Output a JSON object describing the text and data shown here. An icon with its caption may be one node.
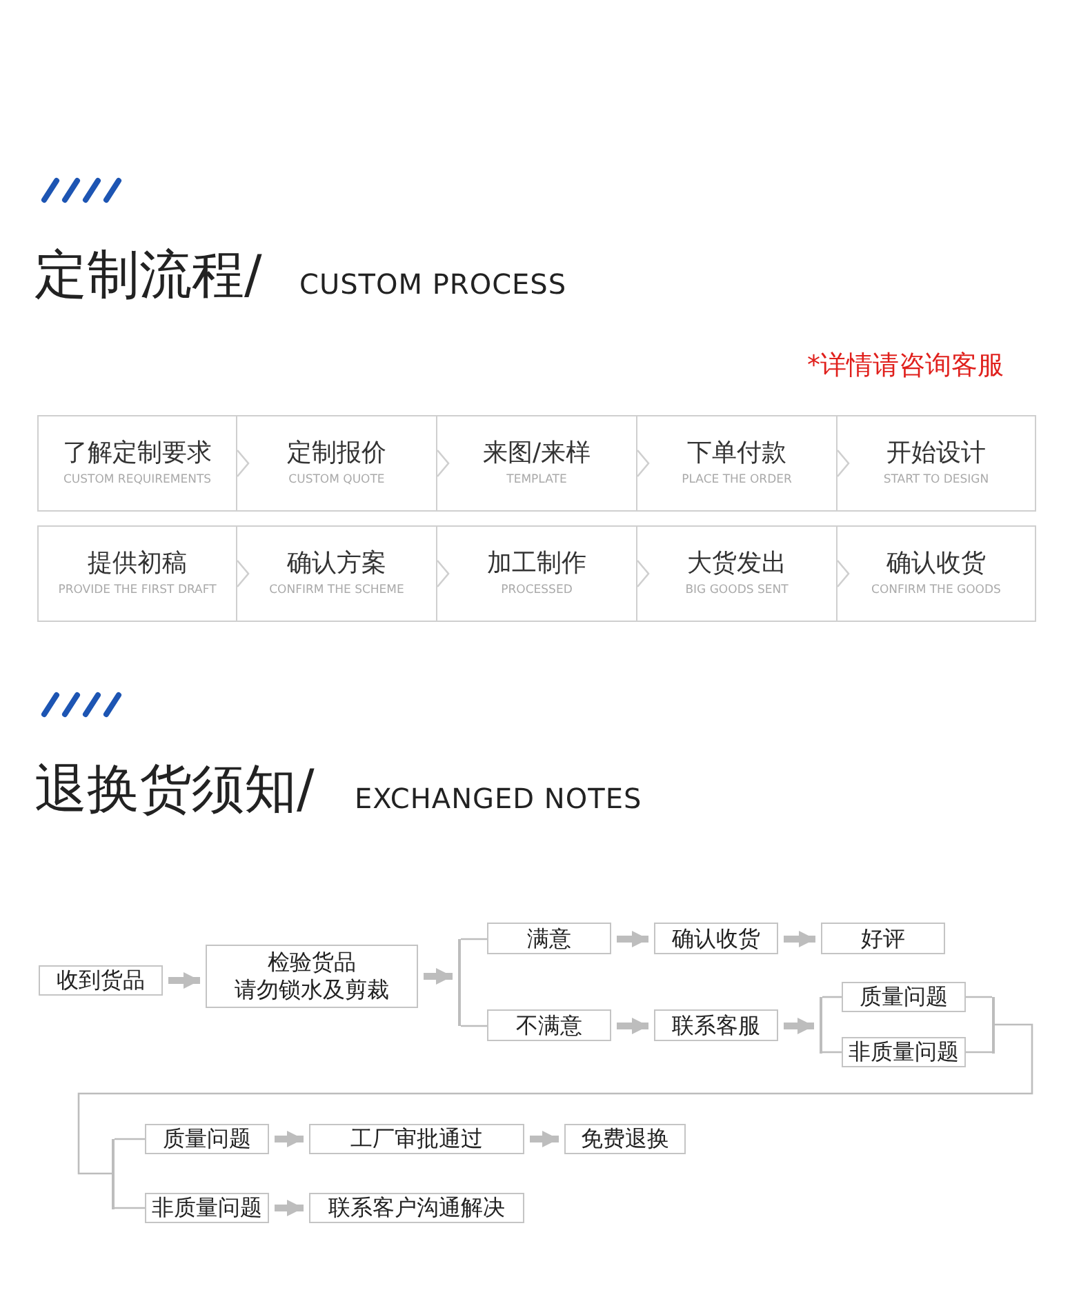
{
  "diagram": {
    "nodes": [
      {
        "text": [
          "了解定制要求",
          "CUSTOM REQUIREMENTS"
        ]
      },
      {
        "text": [
          "定制报价",
          "CUSTOM QUOTE"
        ]
      },
      {
        "text": [
          "来图/来样",
          "TEMPLATE"
        ]
      },
      {
        "text": [
          "下单付款",
          "PLACE THE ORDER"
        ]
      },
      {
        "text": [
          "开始设计",
          "START TO DESIGN"
        ]
      },
      {
        "text": [
          "提供初稿",
          "PROVIDE THE FIRST DRAFT"
        ]
      },
      {
        "text": [
          "确认方案",
          "CONFIRM THE SCHEME"
        ]
      },
      {
        "text": [
          "加工制作",
          "PROCESSED"
        ]
      },
      {
        "text": [
          "大货发出",
          "BIG GOODS SENT"
        ]
      },
      {
        "text": [
          "确认收货",
          "CONFIRM THE GOODS"
        ]
      },
      {
        "text": [
          "收到货品"
        ]
      },
      {
        "text": [
          "检验货品",
          "请勿锁水及剪裁"
        ]
      },
      {
        "text": [
          "满意"
        ]
      },
      {
        "text": [
          "确认收货"
        ]
      },
      {
        "text": [
          "好评"
        ]
      },
      {
        "text": [
          "不满意"
        ]
      },
      {
        "text": [
          "联系客服"
        ]
      },
      {
        "text": [
          "质量问题"
        ]
      },
      {
        "text": [
          "非质量问题"
        ]
      },
      {
        "text": [
          "质量问题"
        ]
      },
      {
        "text": [
          "工厂审批通过"
        ]
      },
      {
        "text": [
          "免费退换"
        ]
      },
      {
        "text": [
          "非质量问题"
        ]
      },
      {
        "text": [
          "联系客户沟通解决"
        ]
      },
      {
        "text": [],
        "shape": "bracket"
      },
      {
        "text": [],
        "shape": "bracket"
      },
      {
        "text": [],
        "shape": "bracket"
      },
      {
        "text": [],
        "shape": "bracket"
      }
    ],
    "edges": [
      {
        "from": 0,
        "to": 1,
        "arrow": "to"
      },
      {
        "from": 1,
        "to": 2,
        "arrow": "to"
      },
      {
        "from": 2,
        "to": 3,
        "arrow": "to"
      },
      {
        "from": 3,
        "to": 4,
        "arrow": "to"
      },
      {
        "from": 5,
        "to": 6,
        "arrow": "to"
      },
      {
        "from": 6,
        "to": 7,
        "arrow": "to"
      },
      {
        "from": 7,
        "to": 8,
        "arrow": "to"
      },
      {
        "from": 8,
        "to": 9,
        "arrow": "to"
      },
      {
        "from": 10,
        "to": 11,
        "arrow": "to",
        "style": "thick"
      },
      {
        "from": 11,
        "to": 24,
        "arrow": "to",
        "style": "thick"
      },
      {
        "from": 24,
        "to": 12,
        "arrow": "none"
      },
      {
        "from": 24,
        "to": 15,
        "arrow": "none"
      },
      {
        "from": 12,
        "to": 13,
        "arrow": "to",
        "style": "thick"
      },
      {
        "from": 13,
        "to": 14,
        "arrow": "to",
        "style": "thick"
      },
      {
        "from": 15,
        "to": 16,
        "arrow": "to",
        "style": "thick"
      },
      {
        "from": 16,
        "to": 25,
        "arrow": "to",
        "style": "thick"
      },
      {
        "from": 25,
        "to": 17,
        "arrow": "none"
      },
      {
        "from": 25,
        "to": 18,
        "arrow": "none"
      },
      {
        "from": 17,
        "to": 26,
        "arrow": "none"
      },
      {
        "from": 18,
        "to": 26,
        "arrow": "none"
      },
      {
        "from": 26,
        "to": 27,
        "arrow": "none"
      },
      {
        "from": 27,
        "to": 19,
        "arrow": "none"
      },
      {
        "from": 27,
        "to": 22,
        "arrow": "none"
      },
      {
        "from": 19,
        "to": 20,
        "arrow": "to",
        "style": "thick"
      },
      {
        "from": 20,
        "to": 21,
        "arrow": "to",
        "style": "thick"
      },
      {
        "from": 22,
        "to": 23,
        "arrow": "to",
        "style": "thick"
      }
    ],
    "labels": [
      "定制流程/",
      "CUSTOM PROCESS",
      "*详情请咨询客服",
      "退换货须知/",
      "EXCHANGED NOTES"
    ]
  }
}
